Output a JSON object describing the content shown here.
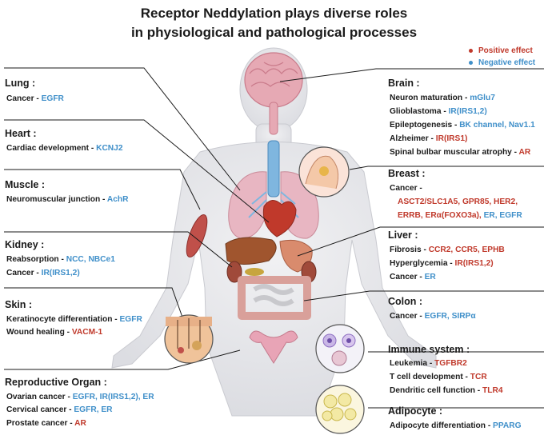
{
  "title_line1": "Receptor Neddylation plays diverse roles",
  "title_line2": "in physiological and pathological processes",
  "legend": {
    "positive": "Positive effect",
    "negative": "Negative effect",
    "positive_color": "#c0392b",
    "negative_color": "#3f8fc9"
  },
  "sections": [
    {
      "id": "lung",
      "header": "Lung :",
      "rows": [
        [
          {
            "t": "Cancer - ",
            "c": "k"
          },
          {
            "t": "EGFR",
            "c": "n"
          }
        ]
      ]
    },
    {
      "id": "heart",
      "header": "Heart :",
      "rows": [
        [
          {
            "t": "Cardiac development - ",
            "c": "k"
          },
          {
            "t": "KCNJ2",
            "c": "n"
          }
        ]
      ]
    },
    {
      "id": "muscle",
      "header": "Muscle :",
      "rows": [
        [
          {
            "t": "Neuromuscular junction - ",
            "c": "k"
          },
          {
            "t": "AchR",
            "c": "n"
          }
        ]
      ]
    },
    {
      "id": "kidney",
      "header": "Kidney :",
      "rows": [
        [
          {
            "t": "Reabsorption - ",
            "c": "k"
          },
          {
            "t": "NCC, NBCe1",
            "c": "n"
          }
        ],
        [
          {
            "t": "Cancer - ",
            "c": "k"
          },
          {
            "t": "IR(IRS1,2)",
            "c": "n"
          }
        ]
      ]
    },
    {
      "id": "skin",
      "header": "Skin :",
      "rows": [
        [
          {
            "t": "Keratinocyte differentiation - ",
            "c": "k"
          },
          {
            "t": "EGFR",
            "c": "n"
          }
        ],
        [
          {
            "t": "Wound healing - ",
            "c": "k"
          },
          {
            "t": "VACM-1",
            "c": "p"
          }
        ]
      ]
    },
    {
      "id": "repro",
      "header": "Reproductive Organ :",
      "rows": [
        [
          {
            "t": "Ovarian cancer - ",
            "c": "k"
          },
          {
            "t": "EGFR, IR(IRS1,2), ER",
            "c": "n"
          }
        ],
        [
          {
            "t": "Cervical cancer - ",
            "c": "k"
          },
          {
            "t": "EGFR, ER",
            "c": "n"
          }
        ],
        [
          {
            "t": "Prostate cancer - ",
            "c": "k"
          },
          {
            "t": "AR",
            "c": "p"
          }
        ]
      ]
    },
    {
      "id": "brain",
      "header": "Brain :",
      "rows": [
        [
          {
            "t": "Neuron maturation - ",
            "c": "k"
          },
          {
            "t": "mGlu7",
            "c": "n"
          }
        ],
        [
          {
            "t": "Glioblastoma - ",
            "c": "k"
          },
          {
            "t": "IR(IRS1,2)",
            "c": "n"
          }
        ],
        [
          {
            "t": "Epileptogenesis - ",
            "c": "k"
          },
          {
            "t": "BK channel, Nav1.1",
            "c": "n"
          }
        ],
        [
          {
            "t": "Alzheimer - ",
            "c": "k"
          },
          {
            "t": "IR(IRS1)",
            "c": "p"
          }
        ],
        [
          {
            "t": "Spinal bulbar muscular atrophy - ",
            "c": "k"
          },
          {
            "t": "AR",
            "c": "p"
          }
        ]
      ]
    },
    {
      "id": "breast",
      "header": "Breast :",
      "rows": [
        [
          {
            "t": "Cancer -",
            "c": "k"
          }
        ],
        [
          {
            "t": "ASCT2/SLC1A5, GPR85, HER2,",
            "c": "p"
          }
        ],
        [
          {
            "t": "ERRB, ERα(FOXO3a), ",
            "c": "p"
          },
          {
            "t": "ER, EGFR",
            "c": "n"
          }
        ]
      ]
    },
    {
      "id": "liver",
      "header": "Liver :",
      "rows": [
        [
          {
            "t": "Fibrosis - ",
            "c": "k"
          },
          {
            "t": "CCR2, CCR5, EPHB",
            "c": "p"
          }
        ],
        [
          {
            "t": "Hyperglycemia - ",
            "c": "k"
          },
          {
            "t": "IR(IRS1,2)",
            "c": "p"
          }
        ],
        [
          {
            "t": "Cancer - ",
            "c": "k"
          },
          {
            "t": "ER",
            "c": "n"
          }
        ]
      ]
    },
    {
      "id": "colon",
      "header": "Colon :",
      "rows": [
        [
          {
            "t": "Cancer - ",
            "c": "k"
          },
          {
            "t": "EGFR, SIRPα",
            "c": "n"
          }
        ]
      ]
    },
    {
      "id": "immune",
      "header": "Immune system :",
      "rows": [
        [
          {
            "t": "Leukemia - ",
            "c": "k"
          },
          {
            "t": "TGFBR2",
            "c": "p"
          }
        ],
        [
          {
            "t": "T cell development - ",
            "c": "k"
          },
          {
            "t": "TCR",
            "c": "p"
          }
        ],
        [
          {
            "t": "Dendritic cell function - ",
            "c": "k"
          },
          {
            "t": "TLR4",
            "c": "p"
          }
        ]
      ]
    },
    {
      "id": "adipo",
      "header": "Adipocyte :",
      "rows": [
        [
          {
            "t": "Adipocyte differentiation - ",
            "c": "k"
          },
          {
            "t": "PPARG",
            "c": "n"
          }
        ]
      ]
    }
  ]
}
